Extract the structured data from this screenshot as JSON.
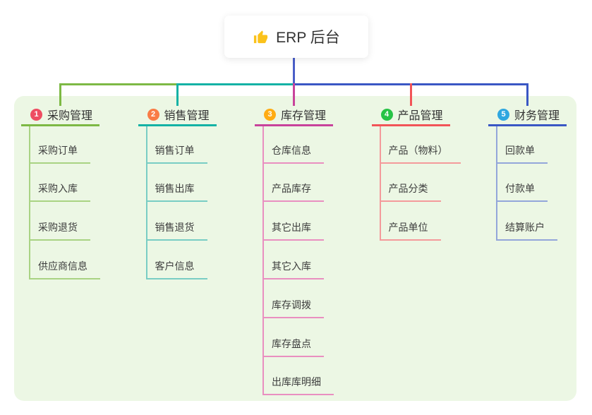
{
  "panel": {
    "background": "#ecf7e4"
  },
  "root": {
    "label": "ERP 后台",
    "icon": "thumbs-up-icon",
    "icon_color": "#fbc21b",
    "stem_color": "#4a5ec8"
  },
  "branches": [
    {
      "num": "1",
      "label": "采购管理",
      "badge_color": "#ee4d62",
      "line_color": "#7db944",
      "child_line_color": "#a9d383",
      "children": [
        "采购订单",
        "采购入库",
        "采购退货",
        "供应商信息"
      ]
    },
    {
      "num": "2",
      "label": "销售管理",
      "badge_color": "#f97c46",
      "line_color": "#14b2a5",
      "child_line_color": "#79cdc4",
      "children": [
        "销售订单",
        "销售出库",
        "销售退货",
        "客户信息"
      ]
    },
    {
      "num": "3",
      "label": "库存管理",
      "badge_color": "#ffac13",
      "line_color": "#c8439b",
      "child_line_color": "#e98fc0",
      "children": [
        "仓库信息",
        "产品库存",
        "其它出库",
        "其它入库",
        "库存调拨",
        "库存盘点",
        "出库库明细"
      ]
    },
    {
      "num": "4",
      "label": "产品管理",
      "badge_color": "#27c346",
      "line_color": "#f25558",
      "child_line_color": "#f49a9b",
      "children": [
        "产品（物料）",
        "产品分类",
        "产品单位"
      ]
    },
    {
      "num": "5",
      "label": "财务管理",
      "badge_color": "#2fa7e0",
      "line_color": "#3a57c4",
      "child_line_color": "#93a6da",
      "children": [
        "回款单",
        "付款单",
        "结算账户"
      ]
    }
  ]
}
